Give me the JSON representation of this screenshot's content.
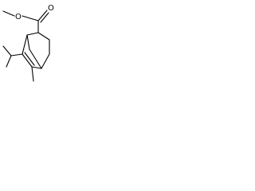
{
  "molecule": {
    "atom_labels": [
      {
        "id": "o-ester",
        "text": "O"
      },
      {
        "id": "o-carbonyl",
        "text": "O"
      }
    ],
    "colors": {
      "bond": "#000000",
      "label": "#000000",
      "background": "#ffffff"
    }
  }
}
